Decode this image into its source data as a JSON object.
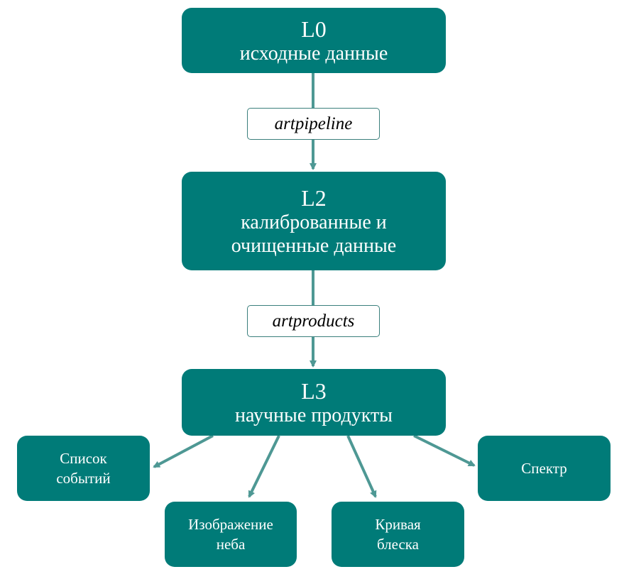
{
  "levels": {
    "l0": {
      "code": "L0",
      "label": "исходные данные"
    },
    "l2": {
      "code": "L2",
      "label_line1": "калиброванные и",
      "label_line2": "очищенные данные"
    },
    "l3": {
      "code": "L3",
      "label": "научные продукты"
    }
  },
  "tools": {
    "pipeline": "artpipeline",
    "products": "artproducts"
  },
  "products": {
    "events": {
      "line1": "Список",
      "line2": "событий"
    },
    "sky_image": {
      "line1": "Изображение",
      "line2": "неба"
    },
    "light_curve": {
      "line1": "Кривая",
      "line2": "блеска"
    },
    "spectrum": {
      "line1": "Спектр"
    }
  },
  "colors": {
    "box": "#007b78",
    "arrow": "#4e9894",
    "tool_border": "#3a7f7c"
  }
}
